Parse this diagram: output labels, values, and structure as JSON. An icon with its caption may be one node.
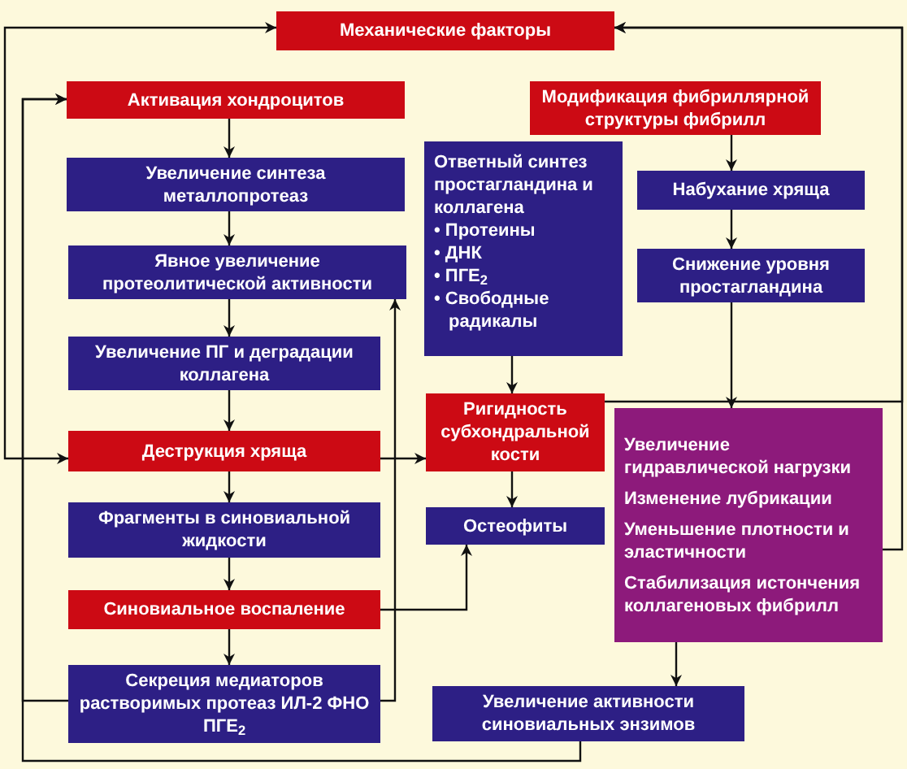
{
  "diagram": {
    "nodes": [
      {
        "text": [
          "Механические факторы"
        ]
      },
      {
        "text": [
          "Активация хондроцитов"
        ]
      },
      {
        "text": [
          "Модификация фибриллярной структуры фибрилл"
        ]
      },
      {
        "text": [
          "Ответный синтез простагландина и коллагена",
          "• Протеины",
          "• ДНК",
          "• ПГЕ$_{2}$",
          "• Свободные радикалы"
        ]
      },
      {
        "text": [
          "Увеличение синтеза металлопротеаз"
        ]
      },
      {
        "text": [
          "Набухание хряща"
        ]
      },
      {
        "text": [
          "Явное увеличение протеолитической активности"
        ]
      },
      {
        "text": [
          "Снижение уровня простагландина"
        ]
      },
      {
        "text": [
          "Увеличение ПГ и деградации коллагена"
        ]
      },
      {
        "text": [
          "Деструкция хряща"
        ]
      },
      {
        "text": [
          "Ригидность субхондральной кости"
        ]
      },
      {
        "text": [
          "Увеличение гидравлической нагрузки",
          "Изменение лубрикации",
          "Уменьшение плотности и эластичности",
          "Стабилизация истончения коллагеновых фибрилл"
        ]
      },
      {
        "text": [
          "Фрагменты в синовиальной жидкости"
        ]
      },
      {
        "text": [
          "Остеофиты"
        ]
      },
      {
        "text": [
          "Синовиальное воспаление"
        ]
      },
      {
        "text": [
          "Секреция медиаторов растворимых протеаз ИЛ-2 ФНО ПГЕ$_{2}$"
        ]
      },
      {
        "text": [
          "Увеличение активности синовиальных энзимов"
        ]
      }
    ],
    "edges": [
      {
        "from": 1,
        "to": 4,
        "arrow": "to"
      },
      {
        "from": 4,
        "to": 6,
        "arrow": "to"
      },
      {
        "from": 6,
        "to": 8,
        "arrow": "to"
      },
      {
        "from": 8,
        "to": 9,
        "arrow": "to"
      },
      {
        "from": 9,
        "to": 12,
        "arrow": "to"
      },
      {
        "from": 12,
        "to": 14,
        "arrow": "to"
      },
      {
        "from": 14,
        "to": 15,
        "arrow": "to"
      },
      {
        "from": 2,
        "to": 5,
        "arrow": "to"
      },
      {
        "from": 5,
        "to": 7,
        "arrow": "to"
      },
      {
        "from": 7,
        "to": 11,
        "arrow": "to"
      },
      {
        "from": 3,
        "to": 10,
        "arrow": "to"
      },
      {
        "from": 10,
        "to": 13,
        "arrow": "to"
      },
      {
        "from": 9,
        "to": 10,
        "arrow": "to"
      },
      {
        "from": 10,
        "to": 0,
        "arrow": "to"
      },
      {
        "from": 11,
        "to": 0,
        "arrow": "to"
      },
      {
        "from": 0,
        "to": 9,
        "arrow": "both"
      },
      {
        "from": 16,
        "to": 1,
        "arrow": "to"
      },
      {
        "from": 15,
        "to": 1,
        "arrow": "to"
      },
      {
        "from": 15,
        "to": 6,
        "arrow": "to"
      },
      {
        "from": 14,
        "to": 13,
        "arrow": "to"
      },
      {
        "from": 11,
        "to": 16,
        "arrow": "to"
      }
    ]
  }
}
